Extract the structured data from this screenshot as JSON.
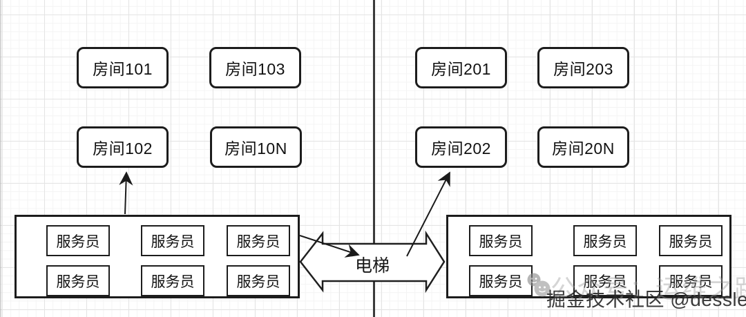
{
  "rooms": [
    {
      "id": "101",
      "label": "房间101"
    },
    {
      "id": "103",
      "label": "房间103"
    },
    {
      "id": "102",
      "label": "房间102"
    },
    {
      "id": "10N",
      "label": "房间10N"
    },
    {
      "id": "201",
      "label": "房间201"
    },
    {
      "id": "203",
      "label": "房间203"
    },
    {
      "id": "202",
      "label": "房间202"
    },
    {
      "id": "20N",
      "label": "房间20N"
    }
  ],
  "staff_groups": {
    "left": {
      "members": [
        "服务员",
        "服务员",
        "服务员",
        "服务员",
        "服务员",
        "服务员"
      ]
    },
    "right": {
      "members": [
        "服务员",
        "服务员",
        "服务员",
        "服务员",
        "服务员",
        "服务员"
      ]
    }
  },
  "elevator": {
    "label": "电梯"
  },
  "watermark": {
    "icon": "wechat-icon",
    "account_text": "公众号：运维之路",
    "credit_text": "掘金技术社区 @dessler"
  },
  "colors": {
    "shape_stroke": "#1c1c1c",
    "divider": "#3a3a3a",
    "grid_major": "#e4e4e4",
    "grid_minor": "#f4f4f4",
    "watermark_faint": "#9c9c9c",
    "watermark_dark": "#262626"
  }
}
